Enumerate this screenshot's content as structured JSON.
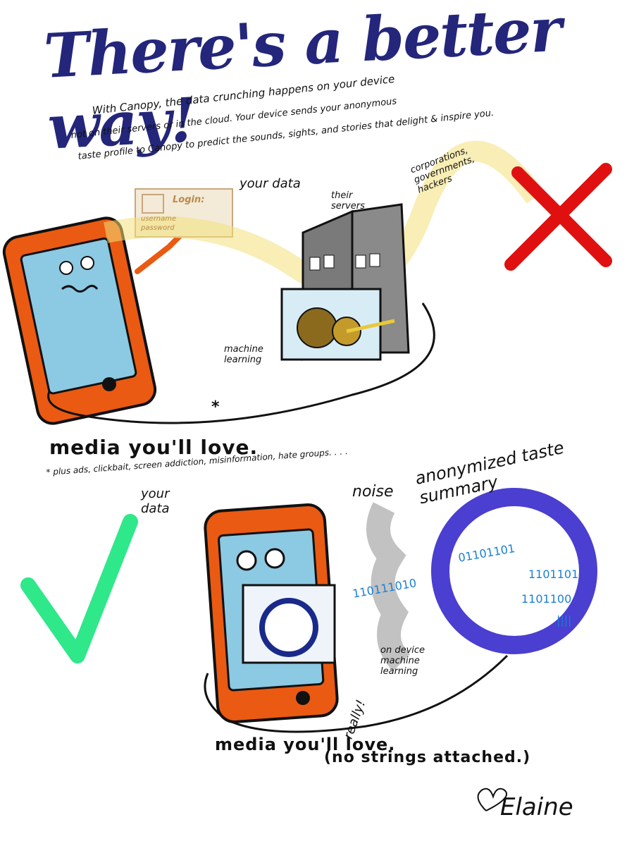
{
  "title": "There's a better way!",
  "intro": {
    "line1": "With Canopy, the data crunching happens on your device",
    "line2": "not on their servers or in the cloud. Your device sends your anonymous",
    "line3": "taste profile to Canopy to predict the sounds, sights, and stories that delight & inspire you."
  },
  "top_panel": {
    "login_title": "Login:",
    "login_username": "username",
    "login_password": "password",
    "your_data": "your data",
    "their_servers": "their servers",
    "actors": "corporations, governments, hackers",
    "machine_learning": "machine learning",
    "asterisk": "*",
    "media": "media you'll love.",
    "footnote": "* plus ads, clickbait, screen addiction, misinformation, hate groups. . . ."
  },
  "bottom_panel": {
    "your_data": "your data",
    "noise": "noise",
    "summary": "anonymized taste summary",
    "on_device": "on device machine learning",
    "binary1": "01101101",
    "binary2": "110111010",
    "binary3": "1101101",
    "binary4": "1101100",
    "binary5": "||||",
    "really": "really!",
    "media": "media you'll love.",
    "strings": "(no strings attached.)"
  },
  "signature": "Elaine",
  "colors": {
    "title": "#23267a",
    "cross": "#e01010",
    "check": "#2ee88a",
    "phone_frame": "#ea5a12",
    "ring": "#4a3fd0",
    "binary": "#1a7fd4"
  }
}
